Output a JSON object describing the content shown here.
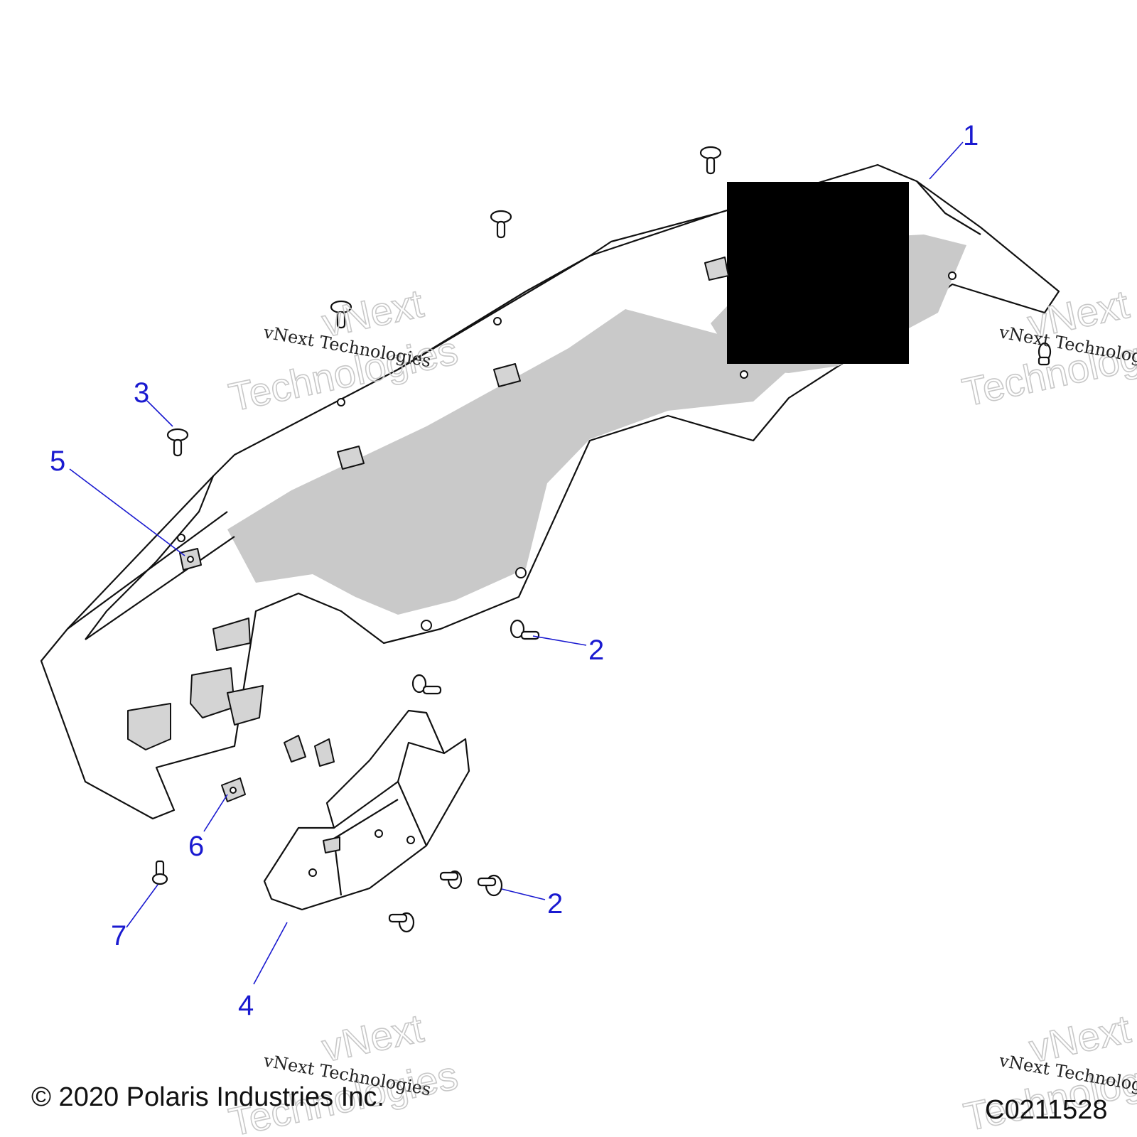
{
  "callouts": [
    {
      "id": "c1",
      "text": "1"
    },
    {
      "id": "c2a",
      "text": "2"
    },
    {
      "id": "c2b",
      "text": "2"
    },
    {
      "id": "c3",
      "text": "3"
    },
    {
      "id": "c4",
      "text": "4"
    },
    {
      "id": "c5",
      "text": "5"
    },
    {
      "id": "c6",
      "text": "6"
    },
    {
      "id": "c7",
      "text": "7"
    }
  ],
  "watermark": {
    "line1": "vNext",
    "line2": "Technologies",
    "caption": "vNext Technologies"
  },
  "footer": {
    "copyright": "© 2020 Polaris Industries Inc.",
    "drawing_number": "C0211528"
  },
  "colors": {
    "callout": "#1a1ad0",
    "redaction": "#000000",
    "part_shade": "#c9c9c9"
  }
}
